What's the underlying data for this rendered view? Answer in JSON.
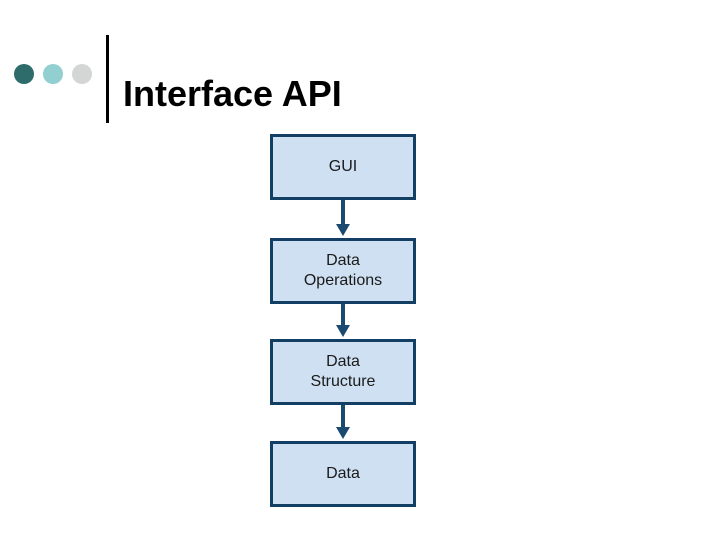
{
  "slide": {
    "title": "Interface API",
    "decor_dots": [
      {
        "name": "dot-dark-teal",
        "color": "#2E6B6B"
      },
      {
        "name": "dot-light-teal",
        "color": "#92CFD0"
      },
      {
        "name": "dot-gray",
        "color": "#D4D6D6"
      }
    ],
    "divider_color": "#000000",
    "background_color": "#FFFFFF"
  },
  "diagram": {
    "type": "flowchart",
    "orientation": "top-to-bottom",
    "node_fill": "#CEE0F2",
    "node_border": "#123F63",
    "arrow_color": "#1B4A70",
    "nodes": [
      {
        "id": "gui",
        "label": "GUI"
      },
      {
        "id": "data-operations",
        "label": "Data\nOperations"
      },
      {
        "id": "data-structure",
        "label": "Data\nStructure"
      },
      {
        "id": "data",
        "label": "Data"
      }
    ],
    "edges": [
      {
        "from": "gui",
        "to": "data-operations"
      },
      {
        "from": "data-operations",
        "to": "data-structure"
      },
      {
        "from": "data-structure",
        "to": "data"
      }
    ]
  }
}
